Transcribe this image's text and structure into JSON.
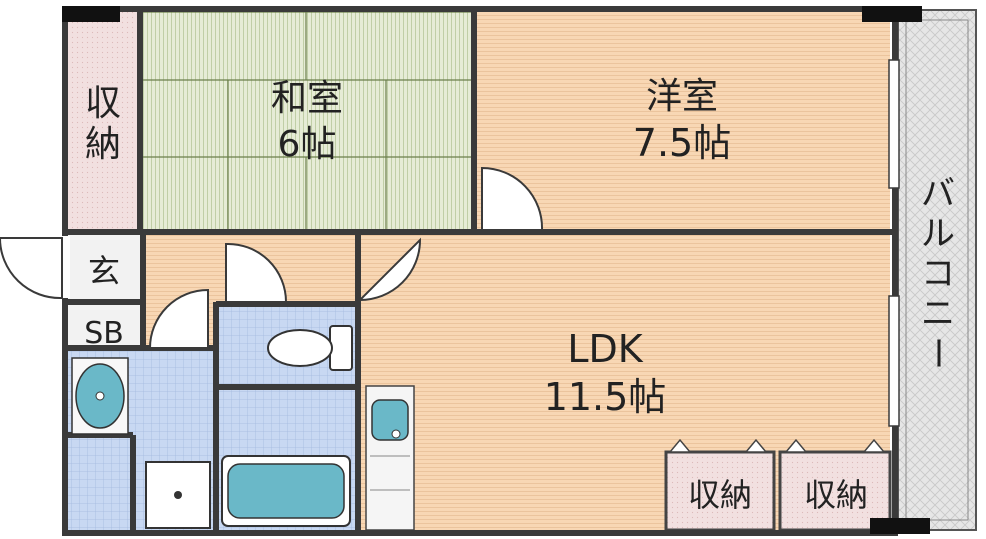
{
  "rooms": {
    "washitsu": {
      "name": "和室",
      "size": "6帖"
    },
    "youshitsu": {
      "name": "洋室",
      "size": "7.5帖"
    },
    "ldk": {
      "name": "LDK",
      "size": "11.5帖"
    }
  },
  "storage": {
    "left_line1": "収",
    "left_line2": "納",
    "ldk_left": "収納",
    "ldk_right": "収納"
  },
  "genkan": "玄",
  "shoebox": "SB",
  "balcony": [
    "バ",
    "ル",
    "コ",
    "ニ",
    "ー"
  ],
  "colors": {
    "tatami": "#e6ecd6",
    "flooring": "#f8d7b4",
    "tile": "#c8d8f2",
    "storage": "#f2e0e0",
    "fixture": "#6ab8c8",
    "wall": "#3a3a3a",
    "balcony": "#dcdcdc"
  }
}
